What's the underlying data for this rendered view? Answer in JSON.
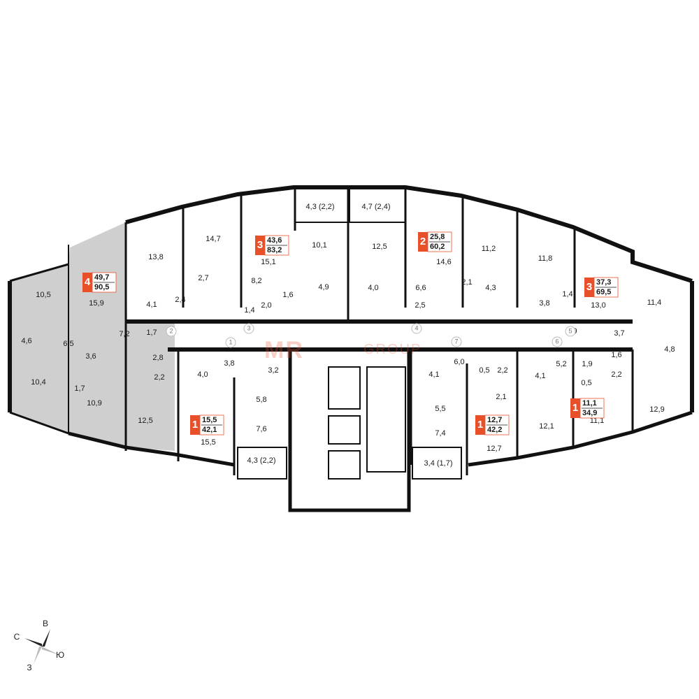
{
  "accent": "#e8502a",
  "selected_fill": "#cfcfcf",
  "logo": {
    "brand": "MR",
    "sub": "GROUP"
  },
  "compass": {
    "north": "С",
    "east": "В",
    "south": "Ю",
    "west": "З"
  },
  "apartments": [
    {
      "rooms": "4",
      "living": "49,7",
      "total": "90,5",
      "selected": true
    },
    {
      "rooms": "3",
      "living": "43,6",
      "total": "83,2"
    },
    {
      "rooms": "2",
      "living": "25,8",
      "total": "60,2"
    },
    {
      "rooms": "3",
      "living": "37,3",
      "total": "69,5"
    },
    {
      "rooms": "1",
      "living": "15,5",
      "total": "42,1"
    },
    {
      "rooms": "1",
      "living": "12,7",
      "total": "42,2"
    },
    {
      "rooms": "1",
      "living": "11,1",
      "total": "34,9"
    }
  ],
  "room_labels": [
    "10,5",
    "15,9",
    "4,6",
    "6,5",
    "7,2",
    "1,7",
    "3,6",
    "2,8",
    "10,4",
    "1,7",
    "10,9",
    "2,2",
    "12,5",
    "13,8",
    "14,7",
    "2,7",
    "4,1",
    "2,4",
    "15,1",
    "8,2",
    "1,4",
    "2,0",
    "1,6",
    "4,3 (2,2)",
    "10,1",
    "4,9",
    "4,7 (2,4)",
    "12,5",
    "4,0",
    "14,6",
    "6,6",
    "2,5",
    "11,2",
    "2,1",
    "4,3",
    "11,8",
    "3,8",
    "1,4",
    "13,0",
    "11,4",
    "2,9",
    "3,7",
    "4,8",
    "1,6",
    "2,2",
    "12,9",
    "4,0",
    "3,8",
    "3,2",
    "5,8",
    "15,5",
    "7,6",
    "4,3 (2,2)",
    "6,0",
    "4,1",
    "0,5",
    "2,2",
    "5,5",
    "2,1",
    "7,4",
    "12,7",
    "3,4 (1,7)",
    "5,2",
    "4,1",
    "1,9",
    "0,5",
    "12,1",
    "11,1"
  ],
  "door_numbers": [
    "1",
    "2",
    "3",
    "4",
    "5",
    "6",
    "7"
  ]
}
